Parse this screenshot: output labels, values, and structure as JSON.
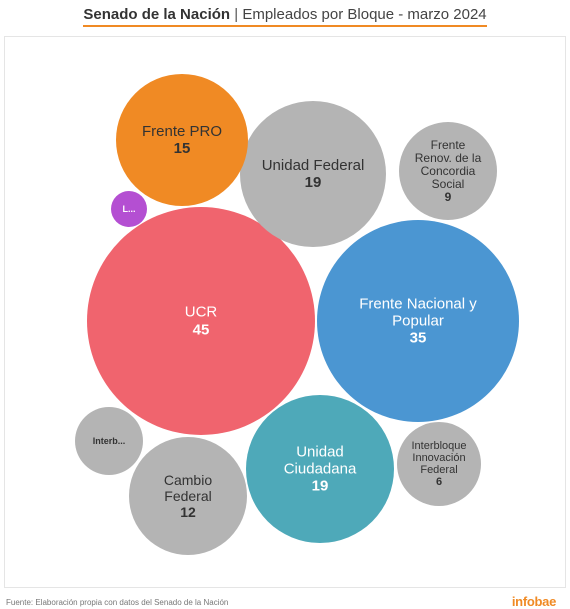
{
  "header": {
    "title_main": "Senado de la Nación",
    "separator": "|",
    "title_sub": "Empleados por Bloque - marzo 2024"
  },
  "footer": {
    "source": "Fuente: Elaboración propia con datos del Senado de la Nación",
    "brand": "infobae"
  },
  "chart_data": {
    "type": "bubble",
    "title": "Senado de la Nación | Empleados por Bloque - marzo 2024",
    "value_label": "Empleados",
    "bubbles": [
      {
        "lines": [
          "UCR"
        ],
        "value": 45,
        "color": "#f0646e",
        "text_color": "#ffffff"
      },
      {
        "lines": [
          "Frente Nacional y",
          "Popular"
        ],
        "value": 35,
        "color": "#4b96d2",
        "text_color": "#ffffff"
      },
      {
        "lines": [
          "Unidad Federal"
        ],
        "value": 19,
        "color": "#b4b4b4",
        "text_color": "#333333"
      },
      {
        "lines": [
          "Unidad",
          "Ciudadana"
        ],
        "value": 19,
        "color": "#4ea9b9",
        "text_color": "#ffffff"
      },
      {
        "lines": [
          "Frente PRO"
        ],
        "value": 15,
        "color": "#f08a24",
        "text_color": "#333333"
      },
      {
        "lines": [
          "Cambio",
          "Federal"
        ],
        "value": 12,
        "color": "#b4b4b4",
        "text_color": "#333333"
      },
      {
        "lines": [
          "Frente",
          "Renov. de la",
          "Concordia",
          "Social"
        ],
        "value": 9,
        "color": "#b4b4b4",
        "text_color": "#333333"
      },
      {
        "lines": [
          "Interbloque",
          "Innovación",
          "Federal"
        ],
        "value": 6,
        "color": "#b4b4b4",
        "text_color": "#333333"
      },
      {
        "lines": [
          "Interb..."
        ],
        "value": null,
        "color": "#b4b4b4",
        "text_color": "#333333"
      },
      {
        "lines": [
          "L..."
        ],
        "value": null,
        "color": "#b44fd2",
        "text_color": "#ffffff"
      }
    ]
  }
}
